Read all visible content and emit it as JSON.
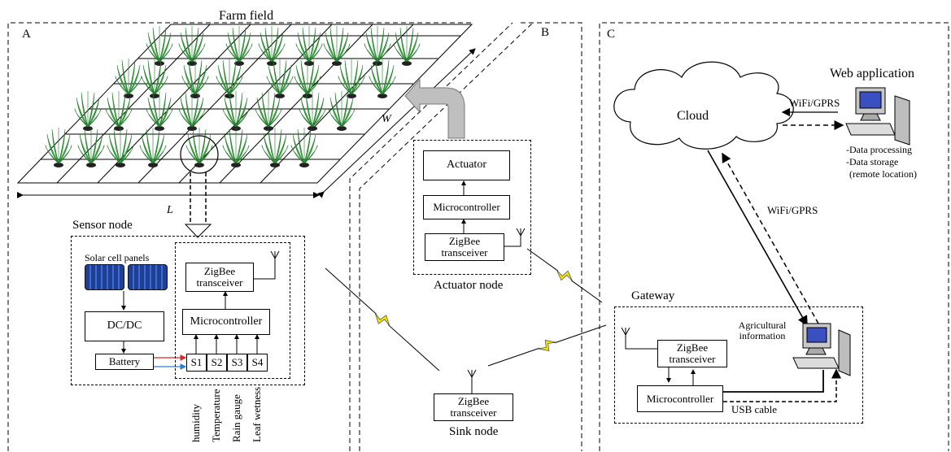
{
  "sections": {
    "a": "A",
    "b": "B",
    "c": "C"
  },
  "farm": {
    "title": "Farm field",
    "length_label": "L",
    "width_label": "W"
  },
  "sensor_node": {
    "title": "Sensor node",
    "solar": "Solar cell panels",
    "dcdc": "DC/DC",
    "battery": "Battery",
    "zigbee": "ZigBee transceiver",
    "micro": "Microcontroller",
    "sensors": [
      "S1",
      "S2",
      "S3",
      "S4"
    ],
    "measures": [
      "humidity",
      "Temperature",
      "Rain gauge",
      "Leaf wetness"
    ]
  },
  "actuator_node": {
    "title": "Actuator node",
    "actuator": "Actuator",
    "micro": "Microcontroller",
    "zigbee": "ZigBee transceiver"
  },
  "sink_node": {
    "title": "Sink node",
    "zigbee": "ZigBee transceiver"
  },
  "cloud": {
    "label": "Cloud",
    "link_top": "WiFi/GPRS",
    "link_diag": "WiFi/GPRS"
  },
  "web_app": {
    "title": "Web application",
    "bullets": [
      "-Data processing",
      "-Data storage",
      "(remote location)"
    ]
  },
  "gateway": {
    "title": "Gateway",
    "zigbee": "ZigBee transceiver",
    "micro": "Microcontroller",
    "info": "Agricultural information",
    "usb": "USB cable"
  },
  "colors": {
    "plant": "#3fae3a",
    "plant_dark": "#1f7a2a",
    "lightning": "#f2e600",
    "panel": "#2b4fa8",
    "arrow_red": "#e0262a",
    "arrow_blue": "#2a7dd6",
    "curved_arrow": "#bfbfbf"
  }
}
